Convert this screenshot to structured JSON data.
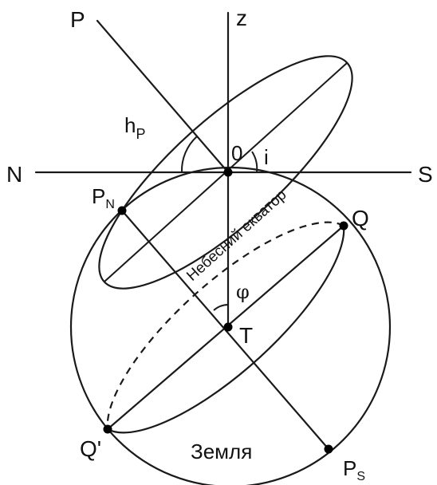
{
  "labels": {
    "p": "P",
    "z": "z",
    "hp_main": "h",
    "hp_sub": "P",
    "o": "0",
    "i": "i",
    "n": "N",
    "s": "S",
    "pn_main": "P",
    "pn_sub": "N",
    "q": "Q",
    "celestial_equator": "Небесний екватор",
    "phi": "φ",
    "t": "T",
    "q_prime": "Q'",
    "earth": "Земля",
    "ps_main": "P",
    "ps_sub": "S"
  },
  "colors": {
    "line": "#1a1a1a",
    "text": "#111111",
    "background": "#ffffff"
  }
}
